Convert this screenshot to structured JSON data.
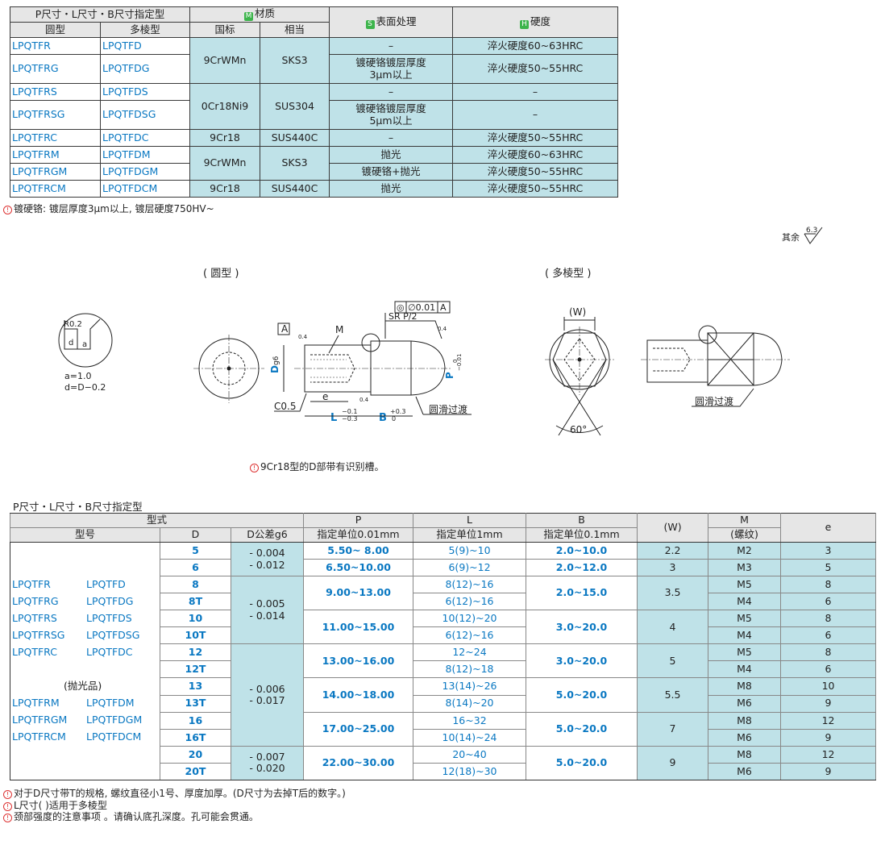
{
  "table1": {
    "group_header": "P尺寸・L尺寸・B尺寸指定型",
    "material_tag": "M",
    "material_header": "材质",
    "surface_tag": "S",
    "surface_header": "表面处理",
    "hardness_tag": "H",
    "hardness_header": "硬度",
    "col_round": "圆型",
    "col_poly": "多棱型",
    "col_gb": "国标",
    "col_eq": "相当",
    "rows": [
      {
        "round": "LPQTFR",
        "poly": "LPQTFD",
        "gb": "9CrWMn",
        "eq": "SKS3",
        "surface": "–",
        "hardness": "淬火硬度60~63HRC"
      },
      {
        "round": "LPQTFRG",
        "poly": "LPQTFDG",
        "surface": "镀硬铬镀层厚度\n3μm以上",
        "hardness": "淬火硬度50~55HRC"
      },
      {
        "round": "LPQTFRS",
        "poly": "LPQTFDS",
        "gb": "0Cr18Ni9",
        "eq": "SUS304",
        "surface": "–",
        "hardness": "–"
      },
      {
        "round": "LPQTFRSG",
        "poly": "LPQTFDSG",
        "surface": "镀硬铬镀层厚度\n5μm以上",
        "hardness": "–"
      },
      {
        "round": "LPQTFRC",
        "poly": "LPQTFDC",
        "gb": "9Cr18",
        "eq": "SUS440C",
        "surface": "–",
        "hardness": "淬火硬度50~55HRC"
      },
      {
        "round": "LPQTFRM",
        "poly": "LPQTFDM",
        "gb": "9CrWMn",
        "eq": "SKS3",
        "surface": "抛光",
        "hardness": "淬火硬度60~63HRC"
      },
      {
        "round": "LPQTFRGM",
        "poly": "LPQTFDGM",
        "surface": "镀硬铬+抛光",
        "hardness": "淬火硬度50~55HRC"
      },
      {
        "round": "LPQTFRCM",
        "poly": "LPQTFDCM",
        "gb": "9Cr18",
        "eq": "SUS440C",
        "surface": "抛光",
        "hardness": "淬火硬度50~55HRC"
      }
    ],
    "note": "镀硬铬: 镀层厚度3μm以上, 镀层硬度750HV~"
  },
  "drawing": {
    "other_surface": "其余",
    "roughness_main": "6.3",
    "title_round": "( 圆型 )",
    "title_poly": "( 多棱型 )",
    "detail_r": "R0.2",
    "detail_d": "d",
    "detail_a": "a",
    "detail_note1": "a=1.0",
    "detail_note2": "d=D−0.2",
    "datum_a": "A",
    "tol_concentric": "◎",
    "tol_value": "∅0.01",
    "tol_datum": "A",
    "sr": "SR P/2",
    "m_label": "M",
    "d_label": "D",
    "d_sub": "g6",
    "p_label": "P",
    "p_tol_upper": "0",
    "p_tol_lower": "−0.01",
    "c_label": "C0.5",
    "e_label": "e",
    "l_label": "L",
    "l_tol_upper": "−0.1",
    "l_tol_lower": "−0.3",
    "b_label": "B",
    "b_tol_upper": "+0.3",
    "b_tol_lower": "0",
    "smooth_transition": "圆滑过渡",
    "roughness_small": "0.4",
    "w_label": "(W)",
    "angle": "60°",
    "smooth_transition2": "圆滑过渡",
    "note": "9Cr18型的D部带有识别槽。"
  },
  "table2": {
    "title": "P尺寸・L尺寸・B尺寸指定型",
    "h_type": "型式",
    "h_model": "型号",
    "h_d": "D",
    "h_dtol": "D公差g6",
    "h_p": "P",
    "h_p_unit": "指定单位0.01mm",
    "h_l": "L",
    "h_l_unit": "指定单位1mm",
    "h_b": "B",
    "h_b_unit": "指定单位0.1mm",
    "h_w": "(W)",
    "h_m": "M",
    "h_m_sub": "(螺纹)",
    "h_e": "e",
    "models": [
      [
        "",
        ""
      ],
      [
        "",
        ""
      ],
      [
        "LPQTFR",
        "LPQTFD"
      ],
      [
        "LPQTFRG",
        "LPQTFDG"
      ],
      [
        "LPQTFRS",
        "LPQTFDS"
      ],
      [
        "LPQTFRSG",
        "LPQTFDSG"
      ],
      [
        "LPQTFRC",
        "LPQTFDC"
      ],
      [
        "",
        ""
      ],
      [
        "(抛光品)",
        ""
      ],
      [
        "LPQTFRM",
        "LPQTFDM"
      ],
      [
        "LPQTFRGM",
        "LPQTFDGM"
      ],
      [
        "LPQTFRCM",
        "LPQTFDCM"
      ],
      [
        "",
        ""
      ],
      [
        "",
        ""
      ]
    ],
    "d": [
      "5",
      "6",
      "8",
      "8T",
      "10",
      "10T",
      "12",
      "12T",
      "13",
      "13T",
      "16",
      "16T",
      "20",
      "20T"
    ],
    "dtol": [
      {
        "u": "- 0.004",
        "l": "- 0.012"
      },
      {
        "u": "- 0.005",
        "l": "- 0.014"
      },
      {
        "u": "- 0.006",
        "l": "- 0.017"
      },
      {
        "u": "- 0.007",
        "l": "- 0.020"
      }
    ],
    "p": [
      "5.50~ 8.00",
      "6.50~10.00",
      "9.00~13.00",
      "11.00~15.00",
      "13.00~16.00",
      "14.00~18.00",
      "17.00~25.00",
      "22.00~30.00"
    ],
    "l": [
      "5(9)~10",
      "6(9)~12",
      "8(12)~16",
      "6(12)~16",
      "10(12)~20",
      "6(12)~16",
      "12~24",
      "8(12)~18",
      "13(14)~26",
      "8(14)~20",
      "16~32",
      "10(14)~24",
      "20~40",
      "12(18)~30"
    ],
    "b": [
      "2.0~10.0",
      "2.0~12.0",
      "2.0~15.0",
      "3.0~20.0",
      "3.0~20.0",
      "5.0~20.0",
      "5.0~20.0",
      "5.0~20.0"
    ],
    "w": [
      "2.2",
      "3",
      "3.5",
      "4",
      "5",
      "5.5",
      "7",
      "9"
    ],
    "m": [
      "M2",
      "M3",
      "M5",
      "M4",
      "M5",
      "M4",
      "M5",
      "M4",
      "M8",
      "M6",
      "M8",
      "M6",
      "M8",
      "M6"
    ],
    "e": [
      "3",
      "5",
      "8",
      "6",
      "8",
      "6",
      "8",
      "6",
      "10",
      "9",
      "12",
      "9",
      "12",
      "9"
    ],
    "notes": [
      "对于D尺寸带T的规格, 螺纹直径小1号、厚度加厚。(D尺寸为去掉T后的数字。)",
      "L尺寸( )适用于多棱型",
      "颈部强度的注意事项 。请确认底孔深度。孔可能会贯通。"
    ]
  }
}
